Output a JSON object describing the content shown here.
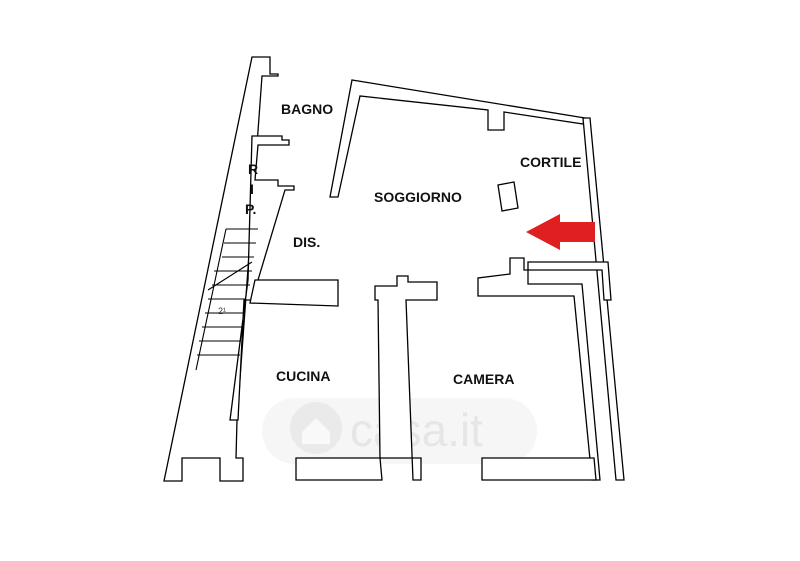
{
  "rooms": {
    "bagno": "BAGNO",
    "rip_1": "R",
    "rip_2": "I",
    "rip_3": "P.",
    "dis": "DIS.",
    "soggiorno": "SOGGIORNO",
    "cortile": "CORTILE",
    "cucina": "CUCINA",
    "camera": "CAMERA"
  },
  "stairs": {
    "mark": "2¹"
  },
  "watermark": {
    "text": "casa.it"
  },
  "colors": {
    "arrow": "#e02020",
    "walls": "#000000"
  },
  "icons": {
    "arrow": "arrow-left-icon",
    "watermark_logo": "house-icon"
  }
}
